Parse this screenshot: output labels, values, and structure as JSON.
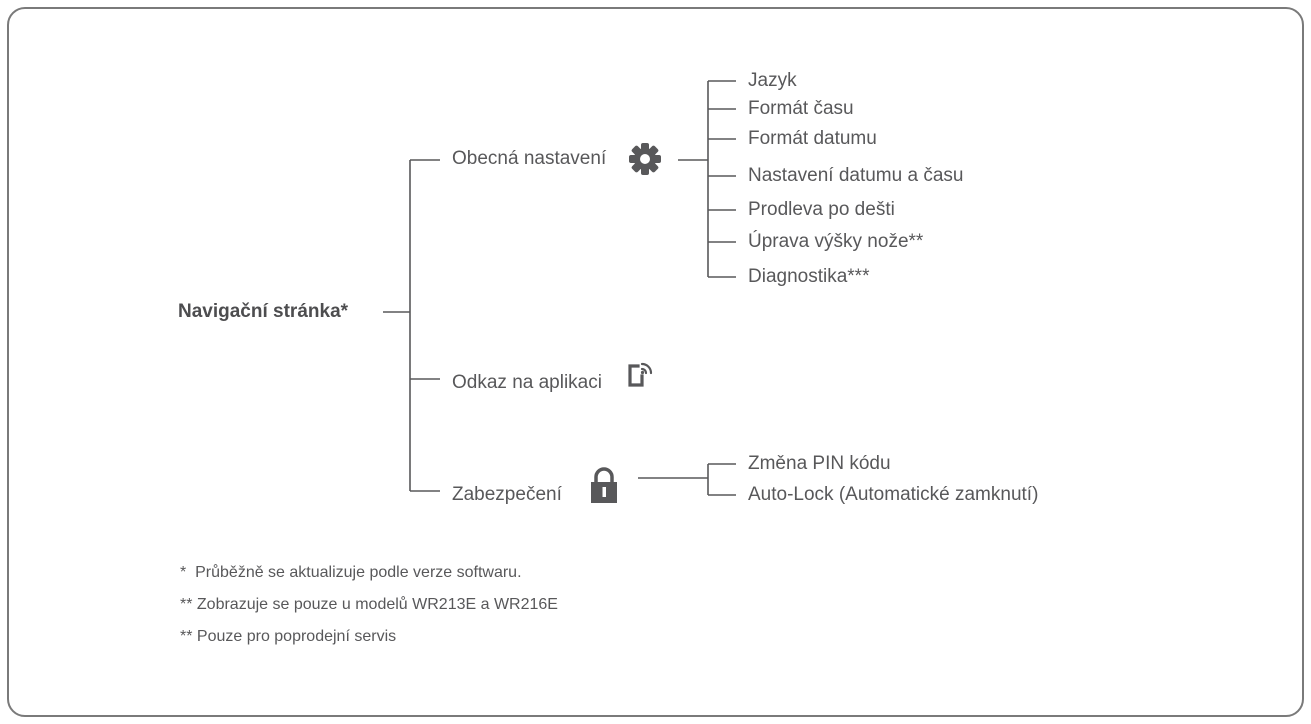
{
  "root": "Navigační stránka*",
  "branches": {
    "general": {
      "label": "Obecná nastavení",
      "icon": "gear-icon",
      "items": [
        "Jazyk",
        "Formát času",
        "Formát datumu",
        "Nastavení datumu a času",
        "Prodleva po dešti",
        "Úprava výšky nože**",
        "Diagnostika***"
      ]
    },
    "app": {
      "label": "Odkaz na aplikaci",
      "icon": "phone-wireless-icon"
    },
    "security": {
      "label": "Zabezpečení",
      "icon": "lock-icon",
      "items": [
        "Změna PIN kódu",
        "Auto-Lock (Automatické zamknutí)"
      ]
    }
  },
  "footnotes": [
    "*  Průběžně se aktualizuje podle verze softwaru.",
    "** Zobrazuje se pouze u modelů WR213E a WR216E",
    "** Pouze pro poprodejní servis"
  ],
  "colors": {
    "text": "#58585a",
    "lines": "#58585a",
    "icon": "#58585a",
    "border": "#7a7a7a"
  }
}
